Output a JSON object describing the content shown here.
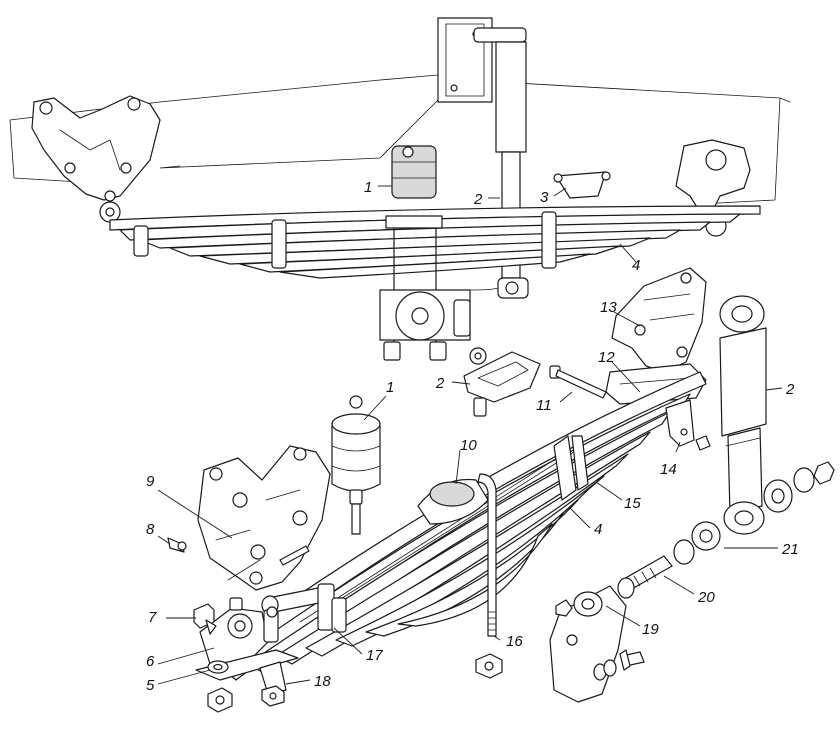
{
  "callouts": [
    {
      "id": "c1a",
      "text": "1",
      "part": "rubber-buffer"
    },
    {
      "id": "c2a",
      "text": "2",
      "part": "shock-absorber"
    },
    {
      "id": "c3",
      "text": "3",
      "part": "bracket"
    },
    {
      "id": "c4a",
      "text": "4",
      "part": "leaf-spring"
    },
    {
      "id": "c13",
      "text": "13",
      "part": "rear-shackle-bracket"
    },
    {
      "id": "c12",
      "text": "12",
      "part": "pad"
    },
    {
      "id": "c2b",
      "text": "2",
      "part": "buffer-bracket"
    },
    {
      "id": "c1b",
      "text": "1",
      "part": "rubber-buffer"
    },
    {
      "id": "c11",
      "text": "11",
      "part": "bolt"
    },
    {
      "id": "c2c",
      "text": "2",
      "part": "shock-absorber"
    },
    {
      "id": "c10",
      "text": "10",
      "part": "spring-pad"
    },
    {
      "id": "c14",
      "text": "14",
      "part": "clamp"
    },
    {
      "id": "c9",
      "text": "9",
      "part": "front-bracket"
    },
    {
      "id": "c15",
      "text": "15",
      "part": "leaf-clamp"
    },
    {
      "id": "c4b",
      "text": "4",
      "part": "leaf-spring"
    },
    {
      "id": "c8",
      "text": "8",
      "part": "grease-fitting"
    },
    {
      "id": "c21",
      "text": "21",
      "part": "rubber-bushing"
    },
    {
      "id": "c20",
      "text": "20",
      "part": "pin"
    },
    {
      "id": "c7",
      "text": "7",
      "part": "bolt"
    },
    {
      "id": "c19",
      "text": "19",
      "part": "lower-bracket"
    },
    {
      "id": "c16",
      "text": "16",
      "part": "u-bolt"
    },
    {
      "id": "c6",
      "text": "6",
      "part": "spring-eye-bracket"
    },
    {
      "id": "c17",
      "text": "17",
      "part": "spring-pin"
    },
    {
      "id": "c5",
      "text": "5",
      "part": "plate"
    },
    {
      "id": "c18",
      "text": "18",
      "part": "clip"
    }
  ]
}
